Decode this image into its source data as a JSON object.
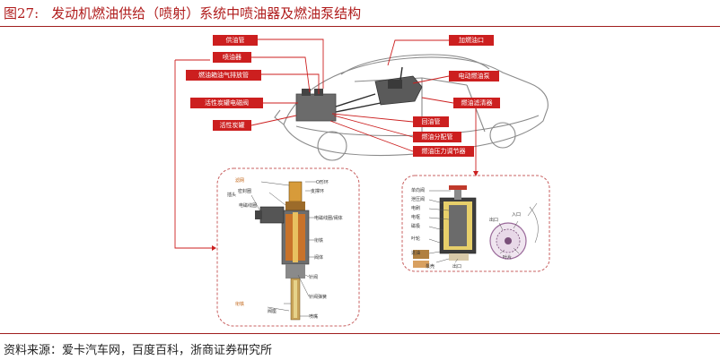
{
  "title": {
    "label": "图27:",
    "text": "发动机燃油供给（喷射）系统中喷油器及燃油泵结构"
  },
  "source": "资料来源：爱卡汽车网，百度百科，浙商证券研究所",
  "car_labels": {
    "fuel_supply_pipe": "供油管",
    "injector": "喷油器",
    "fuel_tank_vent": "燃油箱油气排放管",
    "canister_solenoid": "活性炭罐电磁阀",
    "canister": "活性炭罐",
    "filler_cap": "加燃油口",
    "electric_pump": "电动燃油泵",
    "fuel_filter": "燃油滤清器",
    "return_pipe": "回油管",
    "distribution_pipe": "燃油分配管",
    "pressure_regulator": "燃油压力调节器"
  },
  "injector_detail": {
    "filter": "滤网",
    "o_ring": "O形环",
    "mount_ring": "支撑环",
    "connector": "插头",
    "coil_piece": "电磁线圈",
    "sealed_to_inner": "密封圈",
    "solenoid_coil": "电磁线圈/阀体",
    "plunger": "衔铁",
    "valve_body": "阀体",
    "needle_valve": "针阀",
    "spray_mouth": "喷嘴",
    "adjust_sleeve": "针阀弹簧",
    "pin_seat": "阀座"
  },
  "pump_detail": {
    "check_valve": "单向阀",
    "relief_valve": "泄压阀",
    "brush": "电刷",
    "armature": "电枢",
    "magnet": "磁极",
    "impeller": "叶轮",
    "inlet": "进油",
    "housing": "泵壳",
    "outlet": "出口",
    "intake": "入口",
    "vane": "叶片"
  }
}
